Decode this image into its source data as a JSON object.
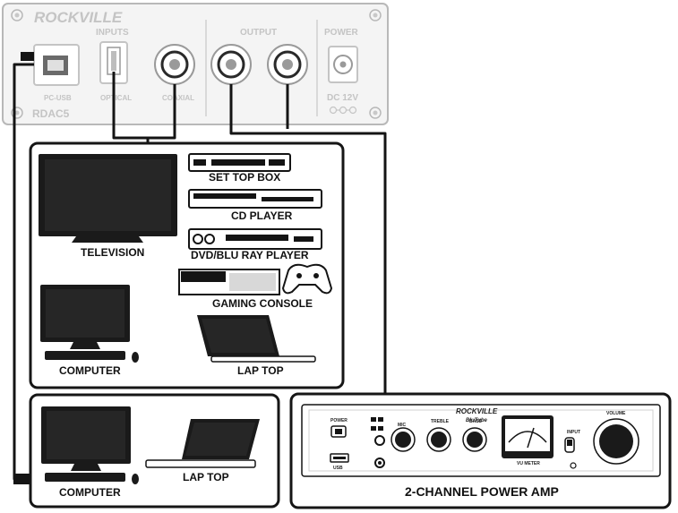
{
  "dac": {
    "brand": "ROCKVILLE",
    "model": "RDAC5",
    "inputs_label": "INPUTS",
    "output_label": "OUTPUT",
    "power_label": "POWER",
    "pc_usb": "PC-USB",
    "optical": "OPTICAL",
    "coaxial": "COAXIAL",
    "dc": "DC 12V"
  },
  "sources": {
    "set_top_box": "SET TOP BOX",
    "cd_player": "CD PLAYER",
    "television": "TELEVISION",
    "dvd": "DVD/BLU RAY PLAYER",
    "gaming": "GAMING CONSOLE",
    "computer": "COMPUTER",
    "laptop": "LAP TOP"
  },
  "usb_sources": {
    "computer": "COMPUTER",
    "laptop": "LAP TOP"
  },
  "amp": {
    "brand": "ROCKVILLE",
    "sub_brand": "BluTube",
    "power": "POWER",
    "mic": "MIC",
    "treble": "TREBLE",
    "bass": "BASS",
    "vu_meter": "VU METER",
    "volume": "VOLUME",
    "input": "INPUT",
    "usb": "USB",
    "title": "2-CHANNEL POWER AMP"
  }
}
